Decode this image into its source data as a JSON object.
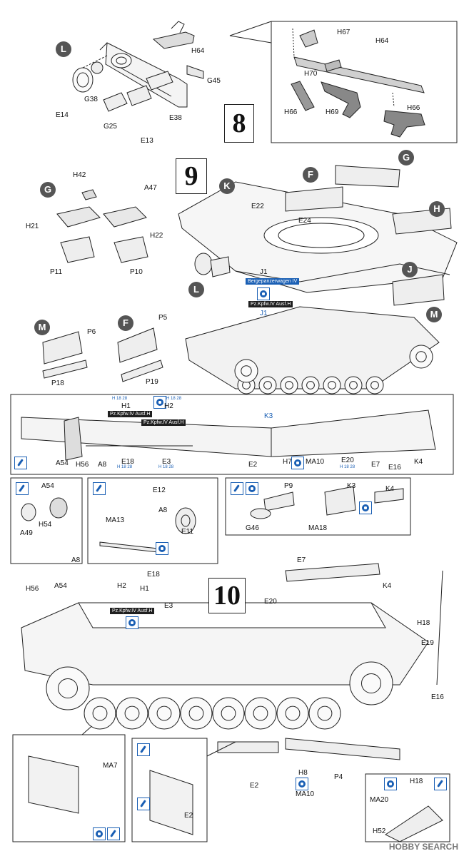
{
  "steps": {
    "s8": "8",
    "s9": "9",
    "s10": "10"
  },
  "circles": {
    "L": "L",
    "G": "G",
    "F": "F",
    "K": "K",
    "H": "H",
    "J": "J",
    "M": "M"
  },
  "step8": {
    "left": [
      "H64",
      "G38",
      "E14",
      "G25",
      "E13",
      "E38",
      "G45"
    ],
    "inset": [
      "H67",
      "H64",
      "H70",
      "H66",
      "H69",
      "H66"
    ]
  },
  "step9": {
    "labels": [
      "H42",
      "A47",
      "H21",
      "H22",
      "P11",
      "P10",
      "E22",
      "E24",
      "J1",
      "J1",
      "P6",
      "P18",
      "P5",
      "P19"
    ],
    "tags": {
      "berg": "Bergepanzerwagen IV",
      "ausf": "Pz.Kpfw.IV Ausf.H"
    }
  },
  "strip": {
    "labels": [
      "H1",
      "H2",
      "K3",
      "A54",
      "H56",
      "A8",
      "E18",
      "E3",
      "E2",
      "H7",
      "MA10",
      "E20",
      "E7",
      "E16",
      "K4"
    ],
    "tags": {
      "a": "Pz.Kpfw.IV Ausf.H",
      "b": "Pz.Kpfw.IV Ausf.H"
    },
    "scale": [
      "H",
      "18",
      "28"
    ]
  },
  "details": {
    "d1": [
      "A54",
      "A49",
      "H54"
    ],
    "d2": [
      "E12",
      "A8",
      "MA13",
      "E11"
    ],
    "d3": [
      "P9",
      "K3",
      "K4",
      "G46",
      "MA18"
    ]
  },
  "step10": {
    "labels": [
      "A8",
      "E18",
      "A54",
      "H56",
      "H2",
      "H1",
      "E3",
      "E7",
      "K4",
      "E20",
      "H18",
      "E19",
      "E16",
      "H8",
      "MA10",
      "P4",
      "E2",
      "E2",
      "MA7",
      "H18",
      "MA20",
      "H52"
    ],
    "tag": "Pz.Kpfw.IV Ausf.H"
  },
  "watermark": "HOBBY SEARCH"
}
